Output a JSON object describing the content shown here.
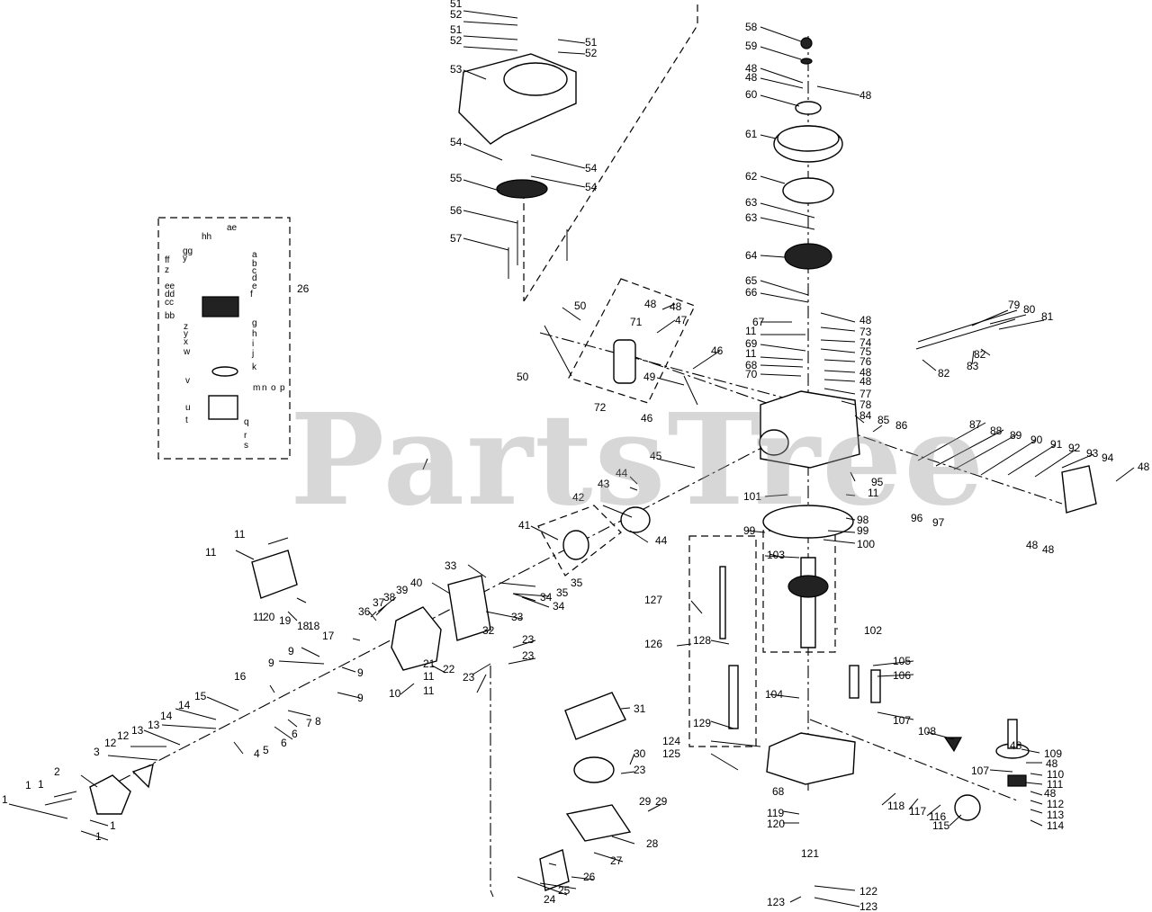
{
  "watermark": "PartsTree",
  "callouts": [
    {
      "id": "c1a",
      "t": "1"
    },
    {
      "id": "c1b",
      "t": "1"
    },
    {
      "id": "c1c",
      "t": "1"
    },
    {
      "id": "c1d",
      "t": "1"
    },
    {
      "id": "c1e",
      "t": "1"
    },
    {
      "id": "c2",
      "t": "2"
    },
    {
      "id": "c3",
      "t": "3"
    },
    {
      "id": "c4",
      "t": "4"
    },
    {
      "id": "c5",
      "t": "5"
    },
    {
      "id": "c6a",
      "t": "6"
    },
    {
      "id": "c6b",
      "t": "6"
    },
    {
      "id": "c7",
      "t": "7"
    },
    {
      "id": "c8",
      "t": "8"
    },
    {
      "id": "c9a",
      "t": "9"
    },
    {
      "id": "c9b",
      "t": "9"
    },
    {
      "id": "c9c",
      "t": "9"
    },
    {
      "id": "c9d",
      "t": "9"
    },
    {
      "id": "c10",
      "t": "10"
    },
    {
      "id": "c11a",
      "t": "11"
    },
    {
      "id": "c11b",
      "t": "11"
    },
    {
      "id": "c11c",
      "t": "11"
    },
    {
      "id": "c11d",
      "t": "11"
    },
    {
      "id": "c11e",
      "t": "11"
    },
    {
      "id": "c11f",
      "t": "11"
    },
    {
      "id": "c11g",
      "t": "11"
    },
    {
      "id": "c11h",
      "t": "11"
    },
    {
      "id": "c12a",
      "t": "12"
    },
    {
      "id": "c12b",
      "t": "12"
    },
    {
      "id": "c13a",
      "t": "13"
    },
    {
      "id": "c13b",
      "t": "13"
    },
    {
      "id": "c14a",
      "t": "14"
    },
    {
      "id": "c14b",
      "t": "14"
    },
    {
      "id": "c15",
      "t": "15"
    },
    {
      "id": "c16",
      "t": "16"
    },
    {
      "id": "c17",
      "t": "17"
    },
    {
      "id": "c18a",
      "t": "18"
    },
    {
      "id": "c18b",
      "t": "18"
    },
    {
      "id": "c19",
      "t": "19"
    },
    {
      "id": "c20",
      "t": "20"
    },
    {
      "id": "c21",
      "t": "21"
    },
    {
      "id": "c22",
      "t": "22"
    },
    {
      "id": "c23a",
      "t": "23"
    },
    {
      "id": "c23b",
      "t": "23"
    },
    {
      "id": "c23c",
      "t": "23"
    },
    {
      "id": "c23d",
      "t": "23"
    },
    {
      "id": "c24",
      "t": "24"
    },
    {
      "id": "c25",
      "t": "25"
    },
    {
      "id": "c26a",
      "t": "26"
    },
    {
      "id": "c26b",
      "t": "26"
    },
    {
      "id": "c27",
      "t": "27"
    },
    {
      "id": "c28",
      "t": "28"
    },
    {
      "id": "c29a",
      "t": "29"
    },
    {
      "id": "c29b",
      "t": "29"
    },
    {
      "id": "c30",
      "t": "30"
    },
    {
      "id": "c31",
      "t": "31"
    },
    {
      "id": "c32",
      "t": "32"
    },
    {
      "id": "c33a",
      "t": "33"
    },
    {
      "id": "c33b",
      "t": "33"
    },
    {
      "id": "c34a",
      "t": "34"
    },
    {
      "id": "c34b",
      "t": "34"
    },
    {
      "id": "c35a",
      "t": "35"
    },
    {
      "id": "c35b",
      "t": "35"
    },
    {
      "id": "c36",
      "t": "36"
    },
    {
      "id": "c37",
      "t": "37"
    },
    {
      "id": "c38",
      "t": "38"
    },
    {
      "id": "c39",
      "t": "39"
    },
    {
      "id": "c40",
      "t": "40"
    },
    {
      "id": "c41",
      "t": "41"
    },
    {
      "id": "c42",
      "t": "42"
    },
    {
      "id": "c43",
      "t": "43"
    },
    {
      "id": "c44a",
      "t": "44"
    },
    {
      "id": "c44b",
      "t": "44"
    },
    {
      "id": "c45",
      "t": "45"
    },
    {
      "id": "c46a",
      "t": "46"
    },
    {
      "id": "c46b",
      "t": "46"
    },
    {
      "id": "c47",
      "t": "47"
    },
    {
      "id": "c48a",
      "t": "48"
    },
    {
      "id": "c48b",
      "t": "48"
    },
    {
      "id": "c48c",
      "t": "48"
    },
    {
      "id": "c48d",
      "t": "48"
    },
    {
      "id": "c48e",
      "t": "48"
    },
    {
      "id": "c48f",
      "t": "48"
    },
    {
      "id": "c48g",
      "t": "48"
    },
    {
      "id": "c48h",
      "t": "48"
    },
    {
      "id": "c48i",
      "t": "48"
    },
    {
      "id": "c48j",
      "t": "48"
    },
    {
      "id": "c48k",
      "t": "48"
    },
    {
      "id": "c48l",
      "t": "48"
    },
    {
      "id": "c48m",
      "t": "48"
    },
    {
      "id": "c48n",
      "t": "48"
    },
    {
      "id": "c49",
      "t": "49"
    },
    {
      "id": "c50a",
      "t": "50"
    },
    {
      "id": "c50b",
      "t": "50"
    },
    {
      "id": "c51a",
      "t": "51"
    },
    {
      "id": "c51b",
      "t": "51"
    },
    {
      "id": "c51c",
      "t": "51"
    },
    {
      "id": "c52a",
      "t": "52"
    },
    {
      "id": "c52b",
      "t": "52"
    },
    {
      "id": "c52c",
      "t": "52"
    },
    {
      "id": "c53",
      "t": "53"
    },
    {
      "id": "c54a",
      "t": "54"
    },
    {
      "id": "c54b",
      "t": "54"
    },
    {
      "id": "c54c",
      "t": "54"
    },
    {
      "id": "c55",
      "t": "55"
    },
    {
      "id": "c56",
      "t": "56"
    },
    {
      "id": "c57",
      "t": "57"
    },
    {
      "id": "c58",
      "t": "58"
    },
    {
      "id": "c59",
      "t": "59"
    },
    {
      "id": "c60",
      "t": "60"
    },
    {
      "id": "c61",
      "t": "61"
    },
    {
      "id": "c62",
      "t": "62"
    },
    {
      "id": "c63a",
      "t": "63"
    },
    {
      "id": "c63b",
      "t": "63"
    },
    {
      "id": "c64",
      "t": "64"
    },
    {
      "id": "c65",
      "t": "65"
    },
    {
      "id": "c66",
      "t": "66"
    },
    {
      "id": "c67",
      "t": "67"
    },
    {
      "id": "c68a",
      "t": "68"
    },
    {
      "id": "c68b",
      "t": "68"
    },
    {
      "id": "c69",
      "t": "69"
    },
    {
      "id": "c70",
      "t": "70"
    },
    {
      "id": "c71",
      "t": "71"
    },
    {
      "id": "c72",
      "t": "72"
    },
    {
      "id": "c73",
      "t": "73"
    },
    {
      "id": "c74",
      "t": "74"
    },
    {
      "id": "c75",
      "t": "75"
    },
    {
      "id": "c76",
      "t": "76"
    },
    {
      "id": "c77",
      "t": "77"
    },
    {
      "id": "c78",
      "t": "78"
    },
    {
      "id": "c79",
      "t": "79"
    },
    {
      "id": "c80",
      "t": "80"
    },
    {
      "id": "c81",
      "t": "81"
    },
    {
      "id": "c82a",
      "t": "82"
    },
    {
      "id": "c82b",
      "t": "82"
    },
    {
      "id": "c83",
      "t": "83"
    },
    {
      "id": "c84",
      "t": "84"
    },
    {
      "id": "c85",
      "t": "85"
    },
    {
      "id": "c86",
      "t": "86"
    },
    {
      "id": "c87",
      "t": "87"
    },
    {
      "id": "c88",
      "t": "88"
    },
    {
      "id": "c89",
      "t": "89"
    },
    {
      "id": "c90",
      "t": "90"
    },
    {
      "id": "c91",
      "t": "91"
    },
    {
      "id": "c92",
      "t": "92"
    },
    {
      "id": "c93",
      "t": "93"
    },
    {
      "id": "c94",
      "t": "94"
    },
    {
      "id": "c95",
      "t": "95"
    },
    {
      "id": "c96",
      "t": "96"
    },
    {
      "id": "c97",
      "t": "97"
    },
    {
      "id": "c98",
      "t": "98"
    },
    {
      "id": "c99a",
      "t": "99"
    },
    {
      "id": "c99b",
      "t": "99"
    },
    {
      "id": "c100",
      "t": "100"
    },
    {
      "id": "c101",
      "t": "101"
    },
    {
      "id": "c102",
      "t": "102"
    },
    {
      "id": "c103",
      "t": "103"
    },
    {
      "id": "c104",
      "t": "104"
    },
    {
      "id": "c105",
      "t": "105"
    },
    {
      "id": "c106",
      "t": "106"
    },
    {
      "id": "c107a",
      "t": "107"
    },
    {
      "id": "c107b",
      "t": "107"
    },
    {
      "id": "c108",
      "t": "108"
    },
    {
      "id": "c109",
      "t": "109"
    },
    {
      "id": "c110",
      "t": "110"
    },
    {
      "id": "c111",
      "t": "111"
    },
    {
      "id": "c112",
      "t": "112"
    },
    {
      "id": "c113",
      "t": "113"
    },
    {
      "id": "c114",
      "t": "114"
    },
    {
      "id": "c115",
      "t": "115"
    },
    {
      "id": "c116",
      "t": "116"
    },
    {
      "id": "c117",
      "t": "117"
    },
    {
      "id": "c118",
      "t": "118"
    },
    {
      "id": "c119",
      "t": "119"
    },
    {
      "id": "c120",
      "t": "120"
    },
    {
      "id": "c121",
      "t": "121"
    },
    {
      "id": "c122",
      "t": "122"
    },
    {
      "id": "c123a",
      "t": "123"
    },
    {
      "id": "c123b",
      "t": "123"
    },
    {
      "id": "c124",
      "t": "124"
    },
    {
      "id": "c125",
      "t": "125"
    },
    {
      "id": "c126",
      "t": "126"
    },
    {
      "id": "c127",
      "t": "127"
    },
    {
      "id": "c128",
      "t": "128"
    },
    {
      "id": "c129",
      "t": "129"
    }
  ],
  "carb_callouts": [
    {
      "id": "hh",
      "t": "hh"
    },
    {
      "id": "ae",
      "t": "ae"
    },
    {
      "id": "gg",
      "t": "gg"
    },
    {
      "id": "y1",
      "t": "y"
    },
    {
      "id": "a",
      "t": "a"
    },
    {
      "id": "ff",
      "t": "ff"
    },
    {
      "id": "z1",
      "t": "z"
    },
    {
      "id": "b1",
      "t": "b"
    },
    {
      "id": "c",
      "t": "c"
    },
    {
      "id": "d",
      "t": "d"
    },
    {
      "id": "ee",
      "t": "ee"
    },
    {
      "id": "e",
      "t": "e"
    },
    {
      "id": "dd",
      "t": "dd"
    },
    {
      "id": "f",
      "t": "f"
    },
    {
      "id": "cc",
      "t": "cc"
    },
    {
      "id": "bb",
      "t": "bb"
    },
    {
      "id": "z2",
      "t": "z"
    },
    {
      "id": "g",
      "t": "g"
    },
    {
      "id": "y2",
      "t": "y"
    },
    {
      "id": "h",
      "t": "h"
    },
    {
      "id": "x",
      "t": "x"
    },
    {
      "id": "i",
      "t": "i"
    },
    {
      "id": "w",
      "t": "w"
    },
    {
      "id": "j",
      "t": "j"
    },
    {
      "id": "k",
      "t": "k"
    },
    {
      "id": "v",
      "t": "v"
    },
    {
      "id": "m",
      "t": "m"
    },
    {
      "id": "n",
      "t": "n"
    },
    {
      "id": "o",
      "t": "o"
    },
    {
      "id": "p",
      "t": "p"
    },
    {
      "id": "u",
      "t": "u"
    },
    {
      "id": "q",
      "t": "q"
    },
    {
      "id": "t",
      "t": "t"
    },
    {
      "id": "r",
      "t": "r"
    },
    {
      "id": "s",
      "t": "s"
    }
  ]
}
